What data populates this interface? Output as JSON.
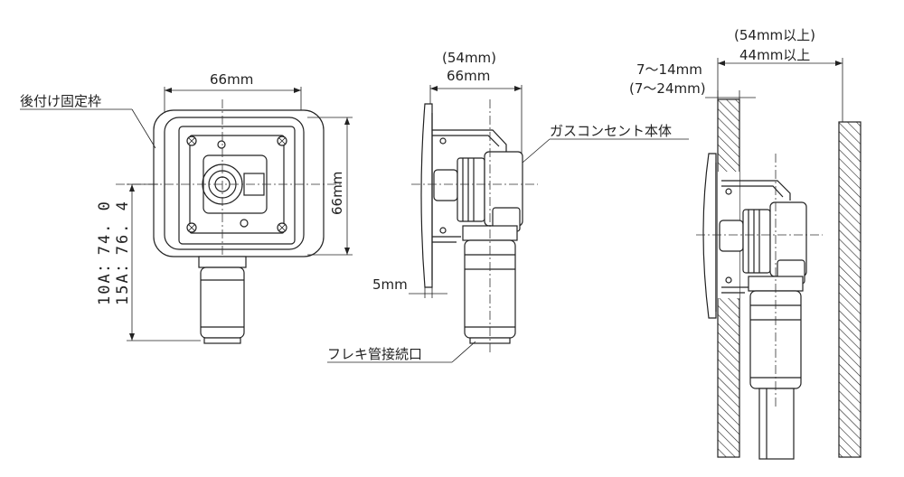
{
  "labels": {
    "retrofit_frame": "後付け固定枠",
    "flexible_port": "フレキ管接続口",
    "gas_outlet_body": "ガスコンセント本体",
    "front_width": "66mm",
    "front_height": "66mm",
    "front_vertical_dims": [
      "10A：74. 0",
      "15A：76. 4"
    ],
    "side_width_alt": "(54mm)",
    "side_width": "66mm",
    "side_depth": "5mm",
    "wall_gap_alt": "(54mm以上)",
    "wall_gap": "44mm以上",
    "panel_thickness": "7〜14mm",
    "panel_thickness_alt": "(7〜24mm)"
  },
  "colors": {
    "line": "#222222",
    "background": "#ffffff",
    "hatch": "#222222"
  }
}
